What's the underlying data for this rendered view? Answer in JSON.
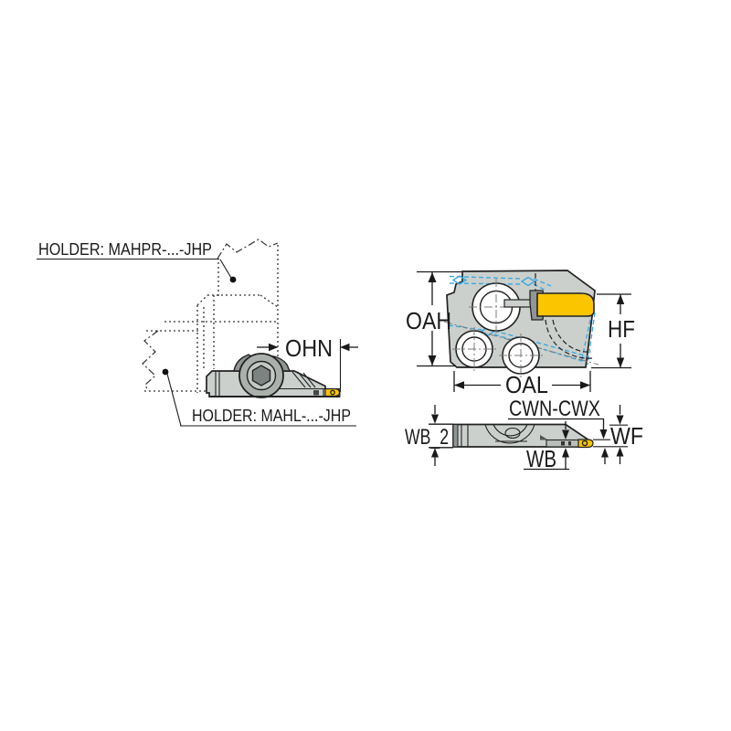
{
  "title": "Tool holder dimensional drawing",
  "labels": {
    "holder_top": "HOLDER: MAHPR-...-JHP",
    "holder_bottom": "HOLDER: MAHL-...-JHP",
    "ohn": "OHN",
    "oah": "OAH",
    "hf": "HF",
    "oal": "OAL",
    "cwn_cwx": "CWN-CWX",
    "wb2": "WB_2",
    "wf": "WF",
    "wb": "WB"
  },
  "colors": {
    "insert_yellow": "#fbc500",
    "coolant_blue": "#3fa9e0",
    "body_gray": "#cbd0cc",
    "screw_gray": "#aab0ac",
    "dark_gray": "#8f9693"
  }
}
